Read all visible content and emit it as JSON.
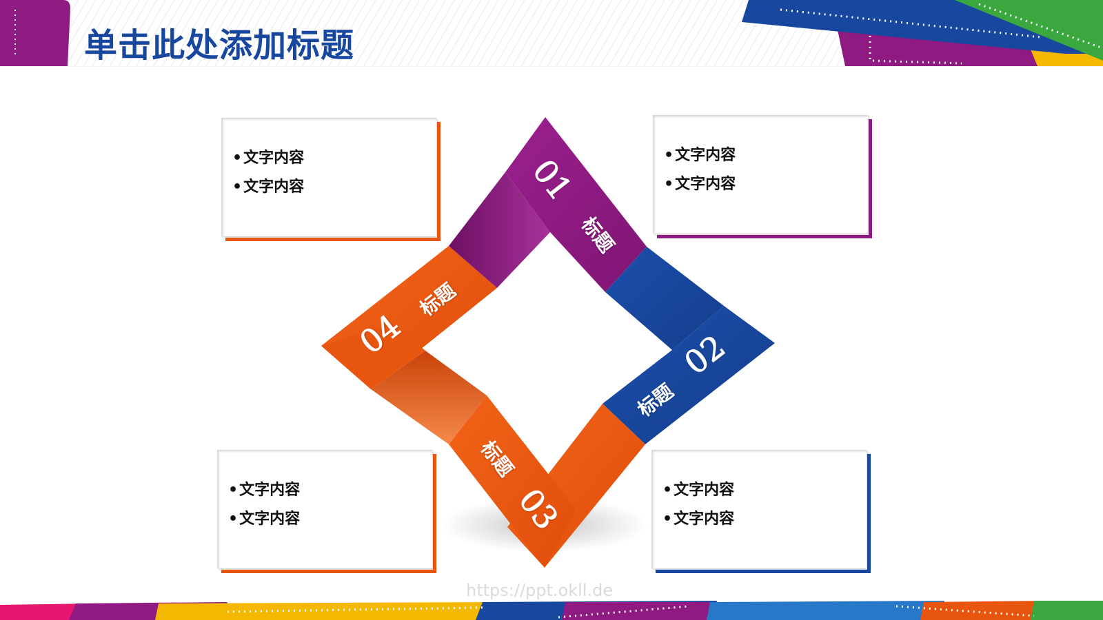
{
  "slide": {
    "title": "单击此处添加标题",
    "watermark": "https://ppt.okll.de"
  },
  "colors": {
    "title": "#17479e",
    "purple": "#8e1a82",
    "blue": "#17479e",
    "orange": "#e8550f",
    "green": "#3aa83f",
    "yellow": "#f4b800",
    "pink": "#e5176e"
  },
  "segments": [
    {
      "number": "01",
      "title": "标题",
      "color": "purple"
    },
    {
      "number": "02",
      "title": "标题",
      "color": "blue"
    },
    {
      "number": "03",
      "title": "标题",
      "color": "orange"
    },
    {
      "number": "04",
      "title": "标题",
      "color": "orange"
    }
  ],
  "boxes": [
    {
      "position": "top-left",
      "accent": "orange",
      "lines": [
        "文字内容",
        "文字内容"
      ]
    },
    {
      "position": "top-right",
      "accent": "purple",
      "lines": [
        "文字内容",
        "文字内容"
      ]
    },
    {
      "position": "bottom-left",
      "accent": "orange",
      "lines": [
        "文字内容",
        "文字内容"
      ]
    },
    {
      "position": "bottom-right",
      "accent": "blue",
      "lines": [
        "文字内容",
        "文字内容"
      ]
    }
  ]
}
